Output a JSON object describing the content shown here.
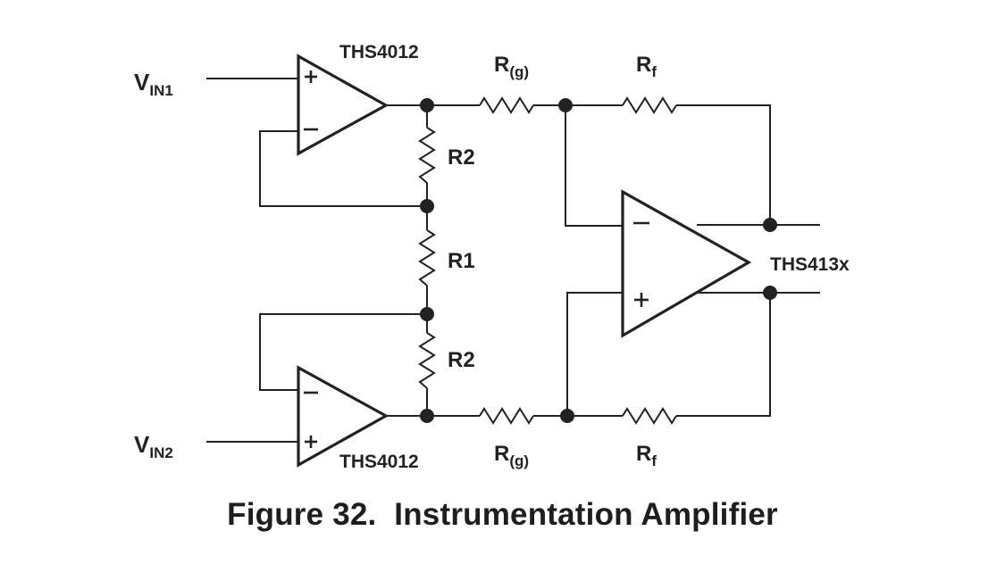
{
  "figure": {
    "caption": "Figure 32.  Instrumentation Amplifier"
  },
  "inputs": {
    "vin1": {
      "main": "V",
      "sub": "IN1"
    },
    "vin2": {
      "main": "V",
      "sub": "IN2"
    }
  },
  "amplifiers": {
    "top_buffer": "THS4012",
    "bottom_buffer": "THS4012",
    "diff_amp": "THS413x"
  },
  "resistors": {
    "r2_top": "R2",
    "r1": "R1",
    "r2_bottom": "R2",
    "rg_top": {
      "main": "R",
      "sub": "(g)"
    },
    "rg_bottom": {
      "main": "R",
      "sub": "(g)"
    },
    "rf_top": {
      "main": "R",
      "sub": "f"
    },
    "rf_bottom": {
      "main": "R",
      "sub": "f"
    }
  },
  "colors": {
    "ink": "#222222",
    "background": "#ffffff"
  }
}
